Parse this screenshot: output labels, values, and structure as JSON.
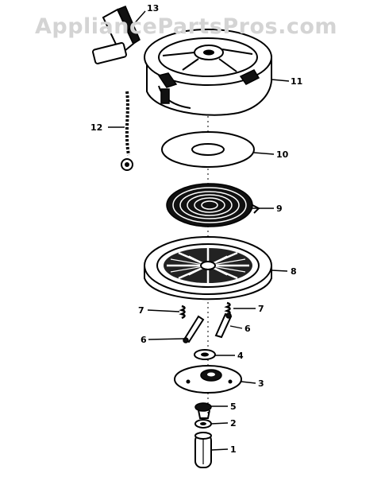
{
  "watermark": "AppliancePartsPros.com",
  "callouts": [
    {
      "id": "1",
      "text": "1"
    },
    {
      "id": "2",
      "text": "2"
    },
    {
      "id": "3",
      "text": "3"
    },
    {
      "id": "4",
      "text": "4"
    },
    {
      "id": "5",
      "text": "5"
    },
    {
      "id": "6a",
      "text": "6"
    },
    {
      "id": "6b",
      "text": "6"
    },
    {
      "id": "7a",
      "text": "7"
    },
    {
      "id": "7b",
      "text": "7"
    },
    {
      "id": "8",
      "text": "8"
    },
    {
      "id": "9",
      "text": "9"
    },
    {
      "id": "10",
      "text": "10"
    },
    {
      "id": "11",
      "text": "11"
    },
    {
      "id": "12",
      "text": "12"
    },
    {
      "id": "13",
      "text": "13"
    }
  ]
}
